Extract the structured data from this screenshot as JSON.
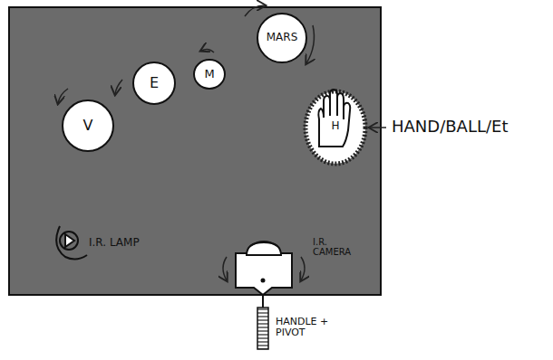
{
  "diagram": {
    "nodes": [
      {
        "text": [
          "V"
        ]
      },
      {
        "text": [
          "E"
        ]
      },
      {
        "text": [
          "M"
        ]
      },
      {
        "text": [
          "MARS"
        ]
      },
      {
        "text": [
          "H"
        ]
      }
    ],
    "labels": [
      "I.R. LAMP",
      "I.R. CAMERA",
      "HANDLE + PIVOT",
      "HAND/BALL/Et"
    ]
  }
}
